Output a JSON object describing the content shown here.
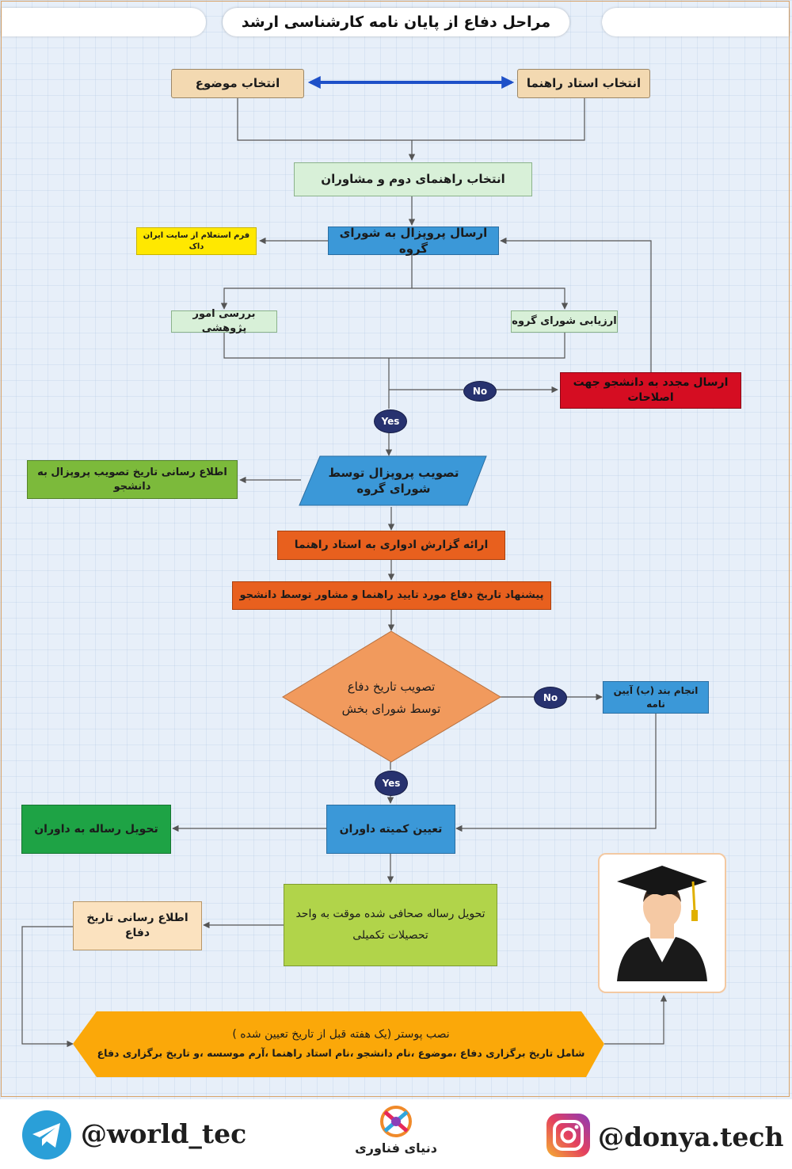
{
  "title": "مراحل دفاع از پایان نامه کارشناسی ارشد",
  "nodes": {
    "topic": "انتخاب موضوع",
    "advisor": "انتخاب استاد راهنما",
    "second_advisor": "انتخاب راهنمای دوم و مشاوران",
    "send_proposal": "ارسال پروپزال به شورای گروه",
    "irandoc": "فرم استعلام از سایت ایران داک",
    "research_review": "بررسی امور پژوهشی",
    "council_eval": "ارزیابی شورای گروه",
    "resend": "ارسال مجدد به دانشجو جهت اصلاحات",
    "approve_proposal": "تصویب پروپزال توسط شورای گروه",
    "notify_proposal": "اطلاع رسانی تاریخ تصویب پروپزال به دانشجو",
    "periodic_report": "ارائه گزارش ادواری به استاد راهنما",
    "suggest_date": "پیشنهاد تاریخ دفاع مورد تایید راهنما و مشاور توسط دانشجو",
    "approve_date_line1": "تصویب تاریخ دفاع",
    "approve_date_line2": "توسط شورای بخش",
    "clause_b": "انجام بند (ب) آیین نامه",
    "committee": "تعیین کمیته داوران",
    "deliver_referees": "تحویل رساله به داوران",
    "deliver_thesis_line1": "تحویل رساله صحافی شده موقت به واحد",
    "deliver_thesis_line2": "تحصیلات تکمیلی",
    "notify_date": "اطلاع رسانی تاریخ دفاع",
    "poster_line1": "نصب پوستر (یک هفته قبل از تاریخ تعیین شده )",
    "poster_line2": "شامل تاریخ برگزاری دفاع ،موضوع ،نام دانشجو ،نام استاد راهنما ،آرم موسسه ،و تاریخ برگزاری دفاع"
  },
  "labels": {
    "no1": "No",
    "yes1": "Yes",
    "no2": "No",
    "yes2": "Yes"
  },
  "footer": {
    "telegram_handle": "@world_tec",
    "instagram_handle": "@donya.tech",
    "brand": "دنیای فناوری"
  },
  "colors": {
    "tan": "#f3d9b1",
    "mint": "#d8f0d8",
    "blue": "#3b98d8",
    "yellow": "#ffe800",
    "red": "#d50d22",
    "green": "#7cba3b",
    "orange": "#e8601e",
    "peach": "#f19a5d",
    "dark_green": "#1ea345",
    "lime": "#b1d44a",
    "amber": "#fba809",
    "oval": "#27326f"
  },
  "icons": [
    "graduate-icon",
    "telegram-icon",
    "instagram-icon",
    "brand-logo-icon"
  ]
}
